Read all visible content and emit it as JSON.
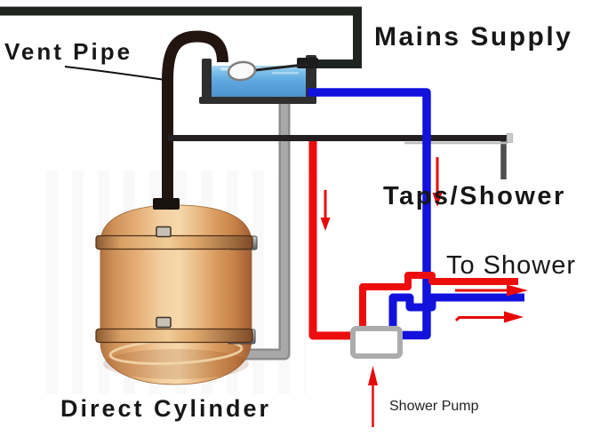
{
  "diagram": {
    "title": "Direct Cylinder shower pump plumbing diagram",
    "labels": {
      "vent_pipe": "Vent Pipe",
      "mains_supply": "Mains Supply",
      "taps_shower": "Taps/Shower",
      "to_shower": "To Shower",
      "shower_pump": "Shower Pump",
      "direct_cylinder": "Direct Cylinder"
    },
    "colors": {
      "hot_pipe_red": "#ed0d0d",
      "cold_pipe_blue": "#1212dc",
      "feed_pipe_gray": "#8d8d8d",
      "dark_pipe": "#1f2421",
      "water_blue": "#5fa9df",
      "copper": "#d99a62",
      "pump_border_gray": "#acacac",
      "arrow_red": "#e80808",
      "background": "#ffffff"
    },
    "components": [
      "cold-water-cistern",
      "float-valve",
      "vent-pipe",
      "mains-supply-pipe",
      "hot-distribution-pipe",
      "cold-feed-pipe",
      "direct-cylinder",
      "shower-pump",
      "to-shower-pipes"
    ],
    "flow_arrows": [
      {
        "direction": "down",
        "location": "hot-supply-drop"
      },
      {
        "direction": "down",
        "location": "taps-shower-drop"
      },
      {
        "direction": "right",
        "location": "pumped-hot-to-shower"
      },
      {
        "direction": "right",
        "location": "pumped-cold-to-shower"
      },
      {
        "direction": "up",
        "location": "shower-pump-pointer"
      }
    ]
  }
}
